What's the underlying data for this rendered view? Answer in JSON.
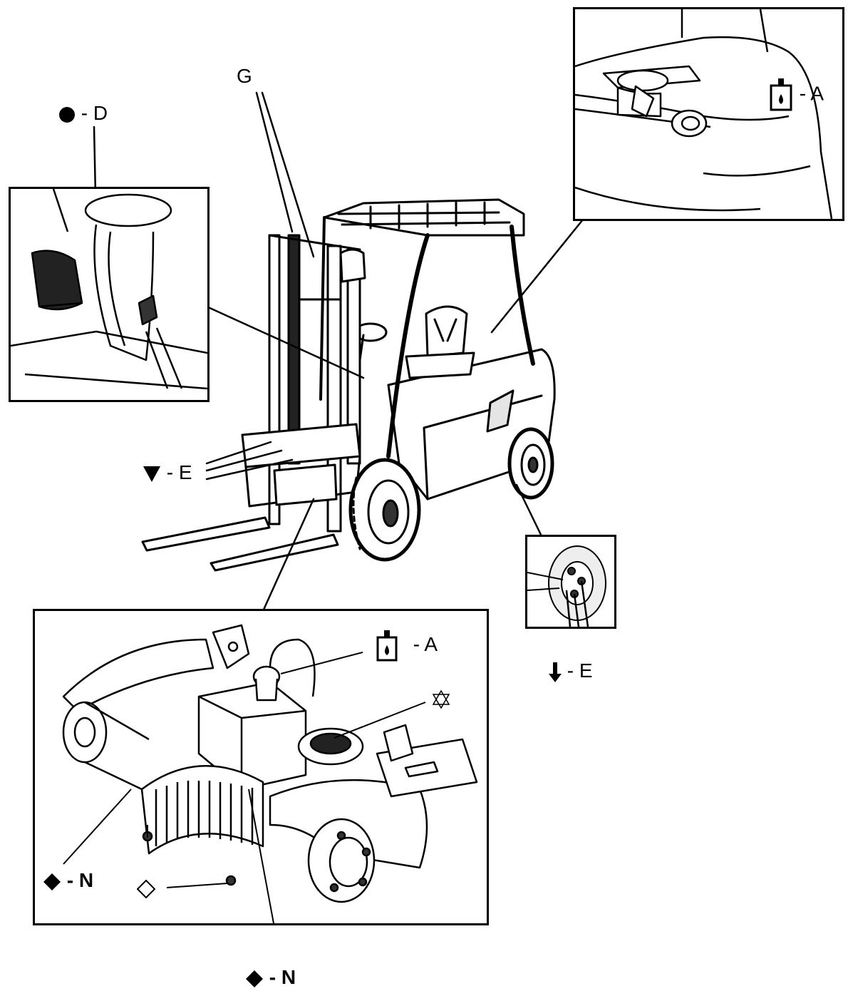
{
  "labels": {
    "g": "G",
    "d": "- D",
    "a_top": "- A",
    "e_left": "- E",
    "e_right": "- E",
    "a_detail": "- A",
    "n_left": "- N",
    "n_bottom": "- N"
  },
  "symbols": {
    "d": "filled-circle-icon",
    "a": "oil-can-icon",
    "e_left": "down-triangle-icon",
    "e_right": "down-arrow-icon",
    "n": "filled-diamond-icon",
    "open_diamond": "open-diamond-icon",
    "star": "star-of-david-icon"
  }
}
